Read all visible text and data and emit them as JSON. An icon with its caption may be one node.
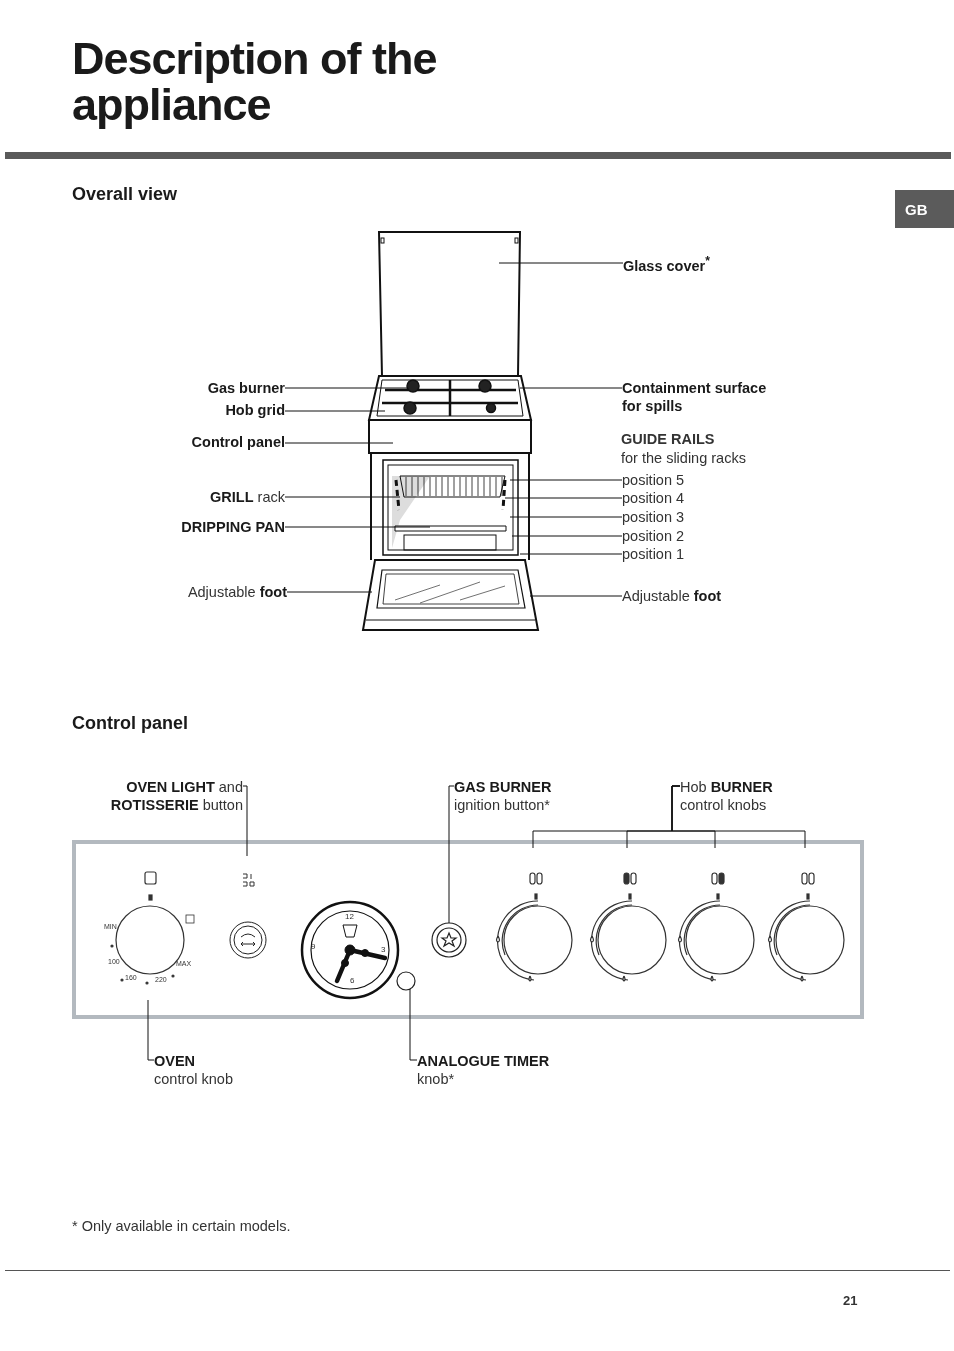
{
  "diagram": {
    "title": "Description of the appliance",
    "nodes": [
      {
        "text": [
          "Glass cover$^{*}$"
        ]
      },
      {
        "text": [
          "Gas burner"
        ]
      },
      {
        "text": [
          "Hob grid"
        ]
      },
      {
        "text": [
          "Control panel"
        ]
      },
      {
        "text": [
          "Containment surface for spills"
        ]
      },
      {
        "text": [
          "position 5"
        ]
      },
      {
        "text": [
          "position 4"
        ]
      },
      {
        "text": [
          "position 3"
        ]
      },
      {
        "text": [
          "position 2"
        ]
      },
      {
        "text": [
          "position 1"
        ]
      },
      {
        "text": [
          "**GRILL** rack"
        ]
      },
      {
        "text": [
          "DRIPPING PAN"
        ]
      },
      {
        "text": [
          "Adjustable **foot**"
        ]
      },
      {
        "text": [
          "Adjustable **foot**"
        ]
      },
      {
        "text": [
          "**OVEN LIGHT** and **ROTISSERIE** button"
        ]
      },
      {
        "text": [
          "GAS BURNER",
          "ignition button*"
        ]
      },
      {
        "text": [
          "Hob **BURNER** control knobs"
        ]
      },
      {
        "text": [
          "OVEN",
          "control knob"
        ]
      },
      {
        "text": [
          "ANALOGUE TIMER",
          "knob*"
        ]
      },
      {
        "text": [],
        "shape": "circle"
      },
      {
        "text": [],
        "shape": "circle"
      },
      {
        "text": [],
        "shape": "picture"
      },
      {
        "text": [],
        "shape": "circle"
      }
    ],
    "edges": [
      {
        "from": 0,
        "to": 21,
        "arrow": "none"
      },
      {
        "from": 1,
        "to": 21,
        "arrow": "none"
      },
      {
        "from": 2,
        "to": 21,
        "arrow": "none"
      },
      {
        "from": 3,
        "to": 21,
        "arrow": "none"
      },
      {
        "from": 4,
        "to": 21,
        "arrow": "none"
      },
      {
        "from": 5,
        "to": 21,
        "arrow": "none"
      },
      {
        "from": 6,
        "to": 21,
        "arrow": "none"
      },
      {
        "from": 7,
        "to": 21,
        "arrow": "none"
      },
      {
        "from": 8,
        "to": 21,
        "arrow": "none"
      },
      {
        "from": 9,
        "to": 21,
        "arrow": "none"
      },
      {
        "from": 10,
        "to": 21,
        "arrow": "none"
      },
      {
        "from": 11,
        "to": 21,
        "arrow": "none"
      },
      {
        "from": 12,
        "to": 21,
        "arrow": "none"
      },
      {
        "from": 13,
        "to": 21,
        "arrow": "none"
      },
      {
        "from": 14,
        "to": null,
        "arrow": "none"
      },
      {
        "from": 15,
        "to": 19,
        "arrow": "none"
      },
      {
        "from": 16,
        "to": null,
        "arrow": "none"
      },
      {
        "from": 16,
        "to": null,
        "arrow": "none"
      },
      {
        "from": 16,
        "to": null,
        "arrow": "none"
      },
      {
        "from": 16,
        "to": null,
        "arrow": "none"
      },
      {
        "from": 17,
        "to": null,
        "arrow": "none"
      },
      {
        "from": 18,
        "to": 20,
        "arrow": "none"
      }
    ],
    "labels": [
      "GB",
      "Overall view",
      "GUIDE RAILS",
      "for the sliding racks",
      "Control panel",
      "MIN",
      "100",
      "160",
      "220",
      "MAX",
      "12",
      "3",
      "6",
      "9",
      "* Only available in certain models.",
      "21"
    ]
  }
}
